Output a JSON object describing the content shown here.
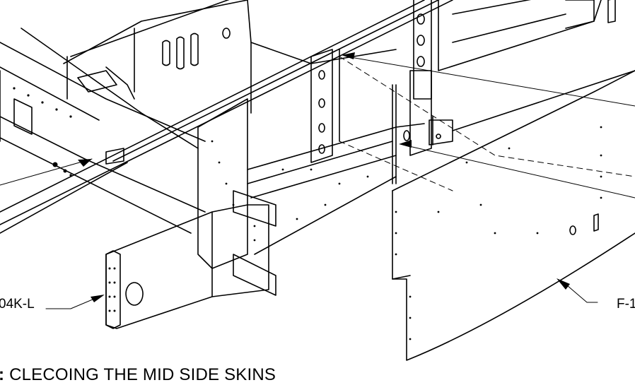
{
  "figure": {
    "caption_prefix": ":",
    "caption": "CLECOING THE MID SIDE SKINS",
    "callouts": [
      {
        "id": "left",
        "text": "04K-L"
      },
      {
        "id": "right",
        "text": "F-1"
      }
    ],
    "line_color": "#000000",
    "background": "#ffffff"
  }
}
